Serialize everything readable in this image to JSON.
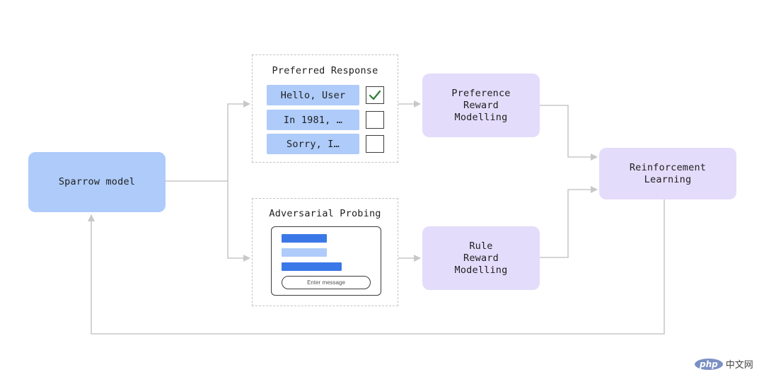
{
  "nodes": {
    "sparrow_model": "Sparrow model",
    "preference_reward_modelling": "Preference\nReward\nModelling",
    "rule_reward_modelling": "Rule\nReward\nModelling",
    "reinforcement_learning": "Reinforcement\nLearning"
  },
  "preferred_response": {
    "title": "Preferred Response",
    "responses": [
      {
        "text": "Hello, User",
        "checked": true
      },
      {
        "text": "In 1981, …",
        "checked": false
      },
      {
        "text": "Sorry, I…",
        "checked": false
      }
    ]
  },
  "adversarial_probing": {
    "title": "Adversarial Probing",
    "input_placeholder": "Enter message"
  },
  "watermark": {
    "logo": "php",
    "text": "中文网"
  },
  "colors": {
    "blue_node": "#aecbfa",
    "purple_node": "#e4dcfb",
    "dark_blue_bar": "#3b78e7",
    "connector": "#c8c8c8",
    "check": "#2e7d32"
  }
}
